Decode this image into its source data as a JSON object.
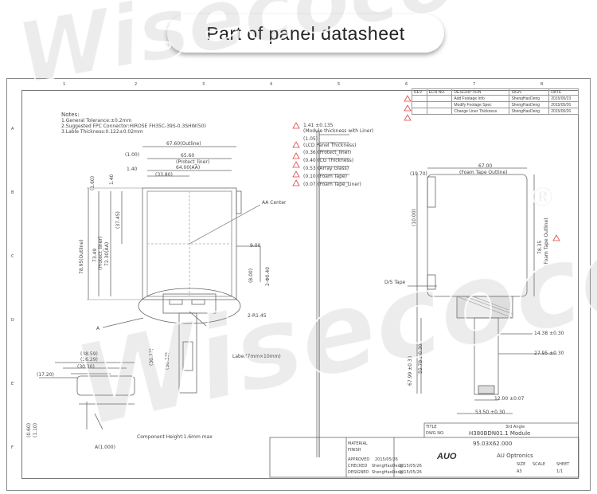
{
  "header": {
    "title": "Part of panel datasheet"
  },
  "watermark": {
    "text": "Wisecoco",
    "registered": "®"
  },
  "notes": {
    "heading": "Notes:",
    "lines": [
      "1.General Tolerance:±0.2mm",
      "2.Suggested FPC Connector:HIROSE FH35C-39S-0.3SHW(50)",
      "3.Lable Thickness:0.122±0.02mm"
    ]
  },
  "revision": {
    "headers": [
      "REV",
      "ECN NO.",
      "DESCRIPTION",
      "SIGN",
      "DATE"
    ],
    "rows": [
      [
        "",
        "",
        "Add Footage Info",
        "ShengHaoDeng",
        "2015/05/23"
      ],
      [
        "",
        "",
        "Modify Footage Spec",
        "ShengHaoDeng",
        "2015/05/26"
      ],
      [
        "",
        "",
        "Change Liner Thickness",
        "ShengHaoDeng",
        "2015/05/26"
      ]
    ]
  },
  "front_view": {
    "dims": [
      "67.60(Outline)",
      "65.60",
      "(Protect_liner)",
      "64.00(AA)",
      "(33.80)",
      "(1.00)",
      "1.40",
      "78.95(Outline)",
      "73.49",
      "(Protect_liner)",
      "72.30(AA)",
      "(37.45)",
      "(1.60)",
      "1.40",
      "9.00",
      "(8.00)",
      "2-Φ0.40",
      "2-R1.45",
      "AA Center",
      "A"
    ]
  },
  "side_view": {
    "dims": [
      "1.41 ±0.135",
      "(Module thickness with Liner)",
      "(1.05)",
      "(LCD Panel Thickness)",
      "(0.36)(Protect_liner)",
      "(0.40)(CG Thickness)",
      "(0.53)(Array Glass)",
      "(0.10)(Foam Tape)",
      "(0.07)(Foam Tape_Liner)"
    ]
  },
  "back_view": {
    "dims": [
      "(19.70)",
      "67.00",
      "(Foam Tape Outline)",
      "(10.00)",
      "78.35",
      "(Foam Tape Outline)",
      "D/S Tape",
      "14.38 ±0.30",
      "27.95 ±0.30",
      "12.00 ±0.07",
      "53.50 ±0.30",
      "67.99 ±0.30",
      "55.78 ±0.30"
    ]
  },
  "fpc_view": {
    "dims": [
      "(48.59)",
      "(36.29)",
      "(30.30)",
      "(17.20)",
      "(30.22)",
      "(30.33)",
      "Label(7mm×10mm)"
    ]
  },
  "detail": {
    "labels": [
      "Component Height:1.6mm max",
      "A(1.000)",
      "(0.60)",
      "(1.10)"
    ]
  },
  "title_block": {
    "model": "H380BDN01.1 Module",
    "drawing_no": "95.03X62.000",
    "company": "AU Optronics",
    "logo": "AUO",
    "names": [
      "ShengHaoDeng",
      "ShengHaoDeng"
    ],
    "dates": [
      "2015/05/26",
      "2015/05/26",
      "2015/05/26"
    ],
    "labels": [
      "MATERIAL",
      "FINISH",
      "APPROVED",
      "CHECKED",
      "DESIGNED",
      "TITLE",
      "DWG NO.",
      "SIZE",
      "SCALE",
      "SHEET"
    ],
    "values": [
      "A3",
      "1/1",
      "3rd Angle"
    ]
  },
  "grid": {
    "cols": [
      "1",
      "2",
      "3",
      "4",
      "5",
      "6",
      "7",
      "8"
    ],
    "rows": [
      "A",
      "B",
      "C",
      "D",
      "E",
      "F"
    ]
  }
}
